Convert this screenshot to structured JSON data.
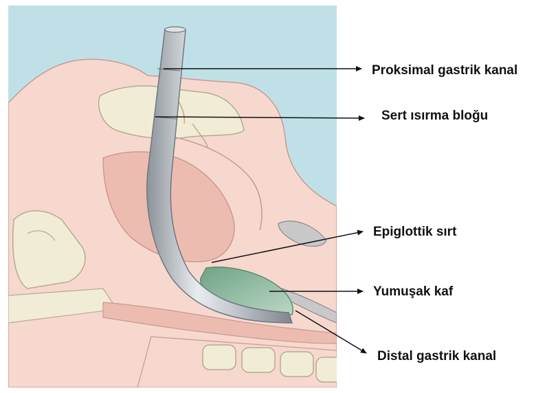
{
  "labels": {
    "proximal": "Proksimal gastrik kanal",
    "bite_block": "Sert ısırma bloğu",
    "epiglottic": "Epiglottik sırt",
    "cuff": "Yumuşak kaf",
    "distal": "Distal gastrik kanal"
  },
  "colors": {
    "background_sky": "#bfe0e6",
    "tissue": "#f6d8cf",
    "tissue_dark": "#edbcb0",
    "bone": "#f1ecd5",
    "tube": "#c9cdd1",
    "cuff": "#8fb8a0",
    "arrow": "#111111"
  }
}
